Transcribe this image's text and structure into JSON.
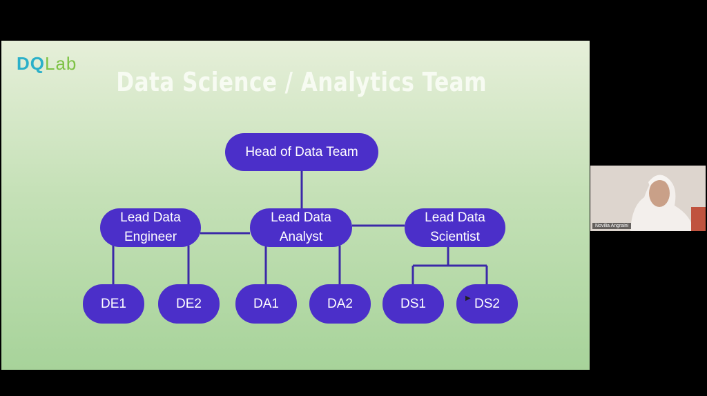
{
  "slide": {
    "logo": {
      "part1": "DQ",
      "part2": "Lab"
    },
    "title": "Data Science / Analytics Team",
    "org_chart": {
      "head": "Head of Data Team",
      "leads": [
        "Lead Data\nEngineer",
        "Lead Data\nAnalyst",
        "Lead Data\nScientist"
      ],
      "members": [
        "DE1",
        "DE2",
        "DA1",
        "DA2",
        "DS1",
        "DS2"
      ]
    }
  },
  "participant": {
    "name": "Novilia Angraini"
  },
  "colors": {
    "node": "#4b2fc9",
    "connector": "#3b28a8",
    "title": "#f7fbf2"
  }
}
